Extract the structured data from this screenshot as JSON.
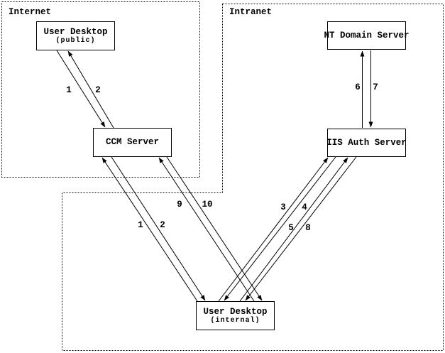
{
  "diagram": {
    "regions": {
      "internet": {
        "label": "Internet"
      },
      "intranet": {
        "label": "Intranet"
      }
    },
    "nodes": {
      "user_desktop_public": {
        "title": "User Desktop",
        "subtitle": "(public)",
        "region": "internet"
      },
      "ccm_server": {
        "title": "CCM Server",
        "region": "internet"
      },
      "nt_domain_server": {
        "title": "NT Domain Server",
        "region": "intranet"
      },
      "iis_auth_server": {
        "title": "IIS Auth Server",
        "region": "intranet"
      },
      "user_desktop_internal": {
        "title": "User Desktop",
        "subtitle": "(internal)",
        "region": "intranet"
      }
    },
    "edges": [
      {
        "label": "1",
        "from": "user_desktop_public",
        "to": "ccm_server"
      },
      {
        "label": "2",
        "from": "ccm_server",
        "to": "user_desktop_public"
      },
      {
        "label": "1",
        "from": "user_desktop_internal",
        "to": "ccm_server"
      },
      {
        "label": "2",
        "from": "ccm_server",
        "to": "user_desktop_internal"
      },
      {
        "label": "9",
        "from": "user_desktop_internal",
        "to": "ccm_server"
      },
      {
        "label": "10",
        "from": "ccm_server",
        "to": "user_desktop_internal"
      },
      {
        "label": "3",
        "from": "user_desktop_internal",
        "to": "iis_auth_server"
      },
      {
        "label": "4",
        "from": "iis_auth_server",
        "to": "user_desktop_internal"
      },
      {
        "label": "5",
        "from": "user_desktop_internal",
        "to": "iis_auth_server"
      },
      {
        "label": "8",
        "from": "iis_auth_server",
        "to": "user_desktop_internal"
      },
      {
        "label": "6",
        "from": "iis_auth_server",
        "to": "nt_domain_server"
      },
      {
        "label": "7",
        "from": "nt_domain_server",
        "to": "iis_auth_server"
      }
    ],
    "colors": {
      "line": "#000000",
      "background": "#ffffff",
      "node_fill": "#ffffff"
    }
  }
}
